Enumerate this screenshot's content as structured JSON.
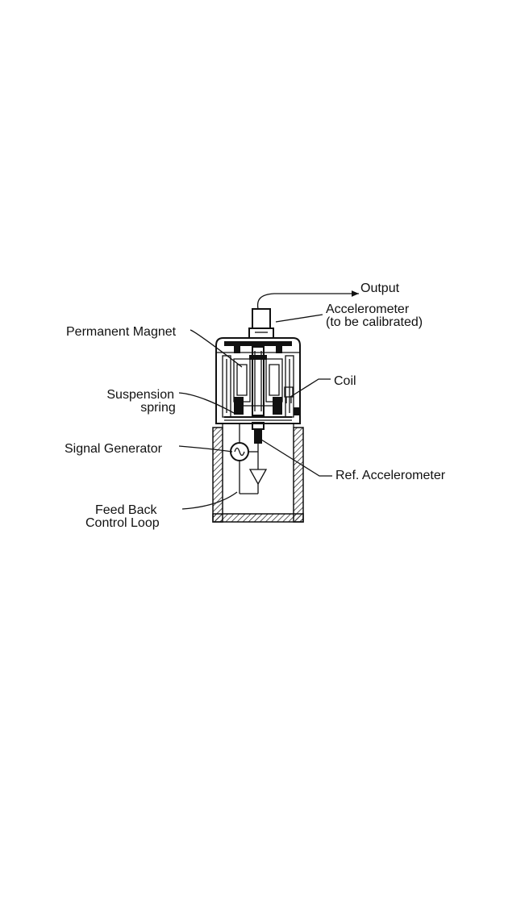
{
  "labels": {
    "output": "Output",
    "accelerometer_line1": "Accelerometer",
    "accelerometer_line2": "(to be calibrated)",
    "permanent_magnet": "Permanent Magnet",
    "coil": "Coil",
    "suspension_line1": "Suspension",
    "suspension_line2": "spring",
    "signal_generator": "Signal Generator",
    "ref_accelerometer": "Ref. Accelerometer",
    "feedback_line1": "Feed Back",
    "feedback_line2": "Control Loop"
  }
}
